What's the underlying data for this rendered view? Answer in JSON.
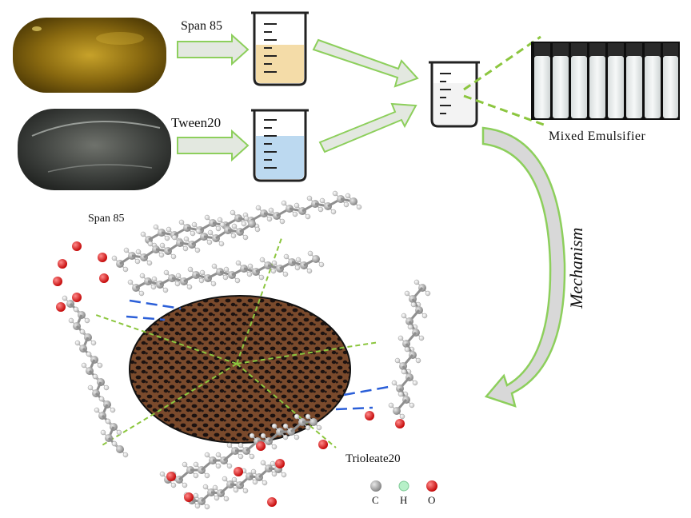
{
  "labels": {
    "span85_arrow": "Span 85",
    "tween20_arrow": "Tween20",
    "mixed": "Mixed Emulsifier",
    "mechanism": "Mechanism",
    "span85_molecule": "Span 85",
    "trioleate": "Trioleate20"
  },
  "legend": [
    {
      "symbol": "C",
      "color": "#9a9a9a"
    },
    {
      "symbol": "H",
      "color": "#9be7b4"
    },
    {
      "symbol": "O",
      "color": "#e01515"
    }
  ],
  "photos": {
    "span85_liquid": {
      "color": "#8a6a10"
    },
    "tween20_liquid": {
      "color": "#3c3f3c"
    },
    "vials": {
      "color": "#e9ecec"
    }
  },
  "colors": {
    "arrow_fill": "#e3e8e0",
    "arrow_stroke": "#8dcf5c",
    "beaker_yellow": "#f4dca8",
    "beaker_blue": "#bcd9f0",
    "beaker_mixed": "#f3f3f3",
    "dashed_green": "#8cc63f",
    "hbond_blue": "#2b5fd8",
    "core": "#7a4a2c"
  }
}
